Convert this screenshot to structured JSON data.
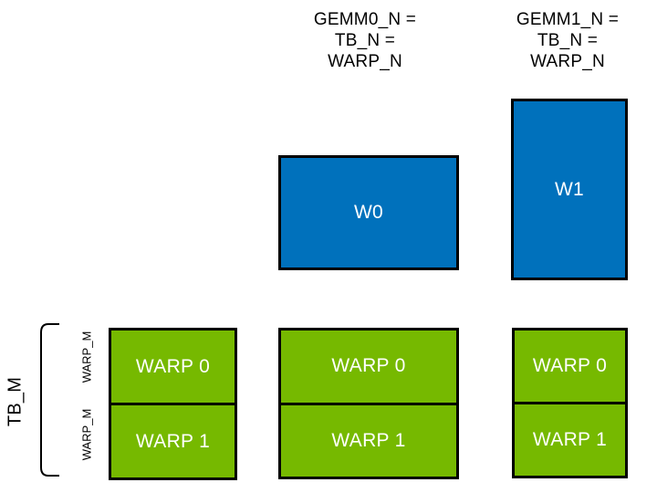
{
  "colors": {
    "warp_accumulator_blue": "#0071BC",
    "threadblock_green": "#76B900",
    "outline_black": "#000000",
    "box_label_white": "#FFFFFF",
    "axis_text_black": "#000000",
    "background": "#FFFFFF"
  },
  "headers": {
    "gemm0": "GEMM0_N =\nTB_N =\nWARP_N",
    "gemm1": "GEMM1_N =\nTB_N =\nWARP_N"
  },
  "blue_boxes": {
    "w0": "W0",
    "w1": "W1"
  },
  "left_axis": {
    "tb_m": "TB_M",
    "warp_m_top": "WARP_M",
    "warp_m_bottom": "WARP_M"
  },
  "warp_grids": [
    {
      "cells": [
        "WARP 0",
        "WARP 1"
      ]
    },
    {
      "cells": [
        "WARP 0",
        "WARP 1"
      ]
    },
    {
      "cells": [
        "WARP 0",
        "WARP 1"
      ]
    }
  ]
}
